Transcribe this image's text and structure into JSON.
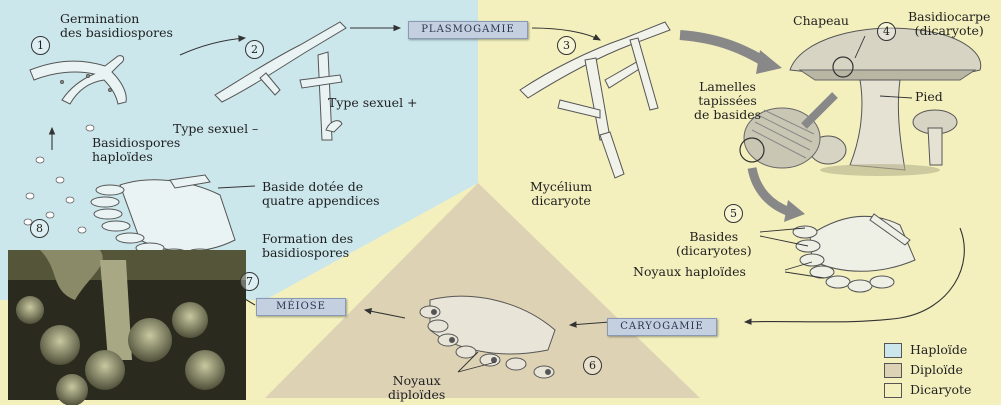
{
  "colors": {
    "haploid": "#cbe7ec",
    "diploid": "#ddd2b4",
    "dicaryote": "#f3f0be"
  },
  "labels": {
    "germination": "Germination\ndes basidiospores",
    "type_plus": "Type sexuel +",
    "type_minus": "Type sexuel –",
    "basidiospores": "Basidiospores\nhaploïdes",
    "baside_appendices": "Baside dotée de\nquatre appendices",
    "formation": "Formation des\nbasidiospores",
    "mycelium": "Mycélium\ndicaryote",
    "chapeau": "Chapeau",
    "basidiocarpe": "Basidiocarpe\n(dicaryote)",
    "lamelles": "Lamelles\ntapissées\nde basides",
    "pied": "Pied",
    "basides": "Basides\n(dicaryotes)",
    "noyaux_haploides": "Noyaux haploïdes",
    "noyaux_diploides": "Noyaux\ndiploïdes"
  },
  "steps": {
    "plasmogamie": "PLASMOGAMIE",
    "caryogamie": "CARYOGAMIE",
    "meiose": "MÉIOSE"
  },
  "numbers": [
    "1",
    "2",
    "3",
    "4",
    "5",
    "6",
    "7",
    "8"
  ],
  "legend": [
    {
      "label": "Haploïde",
      "color": "#cbe7ec"
    },
    {
      "label": "Diploïde",
      "color": "#ddd2b4"
    },
    {
      "label": "Dicaryote",
      "color": "#f3f0be"
    }
  ]
}
